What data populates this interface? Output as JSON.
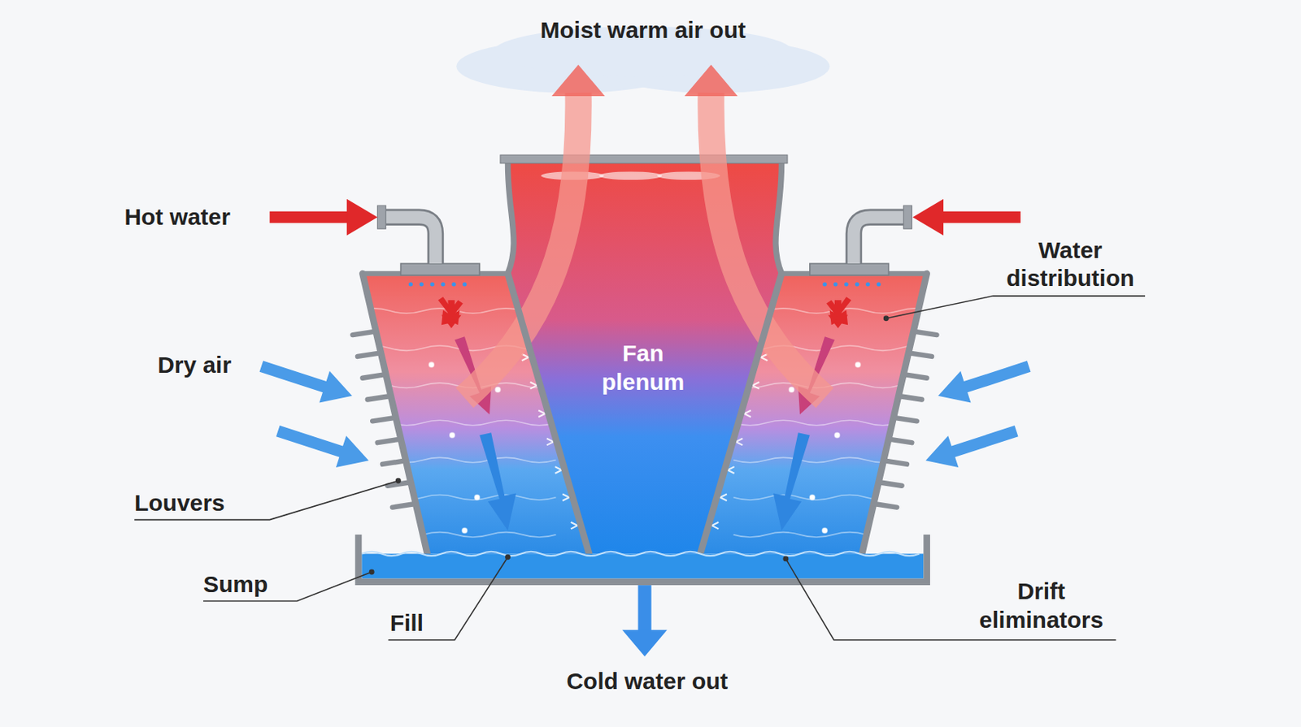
{
  "diagram": {
    "labels": [
      "Moist warm air out",
      "Hot water",
      "Water distribution",
      "Dry air",
      "Fan plenum",
      "Louvers",
      "Sump",
      "Fill",
      "Drift eliminators",
      "Cold water out"
    ]
  }
}
